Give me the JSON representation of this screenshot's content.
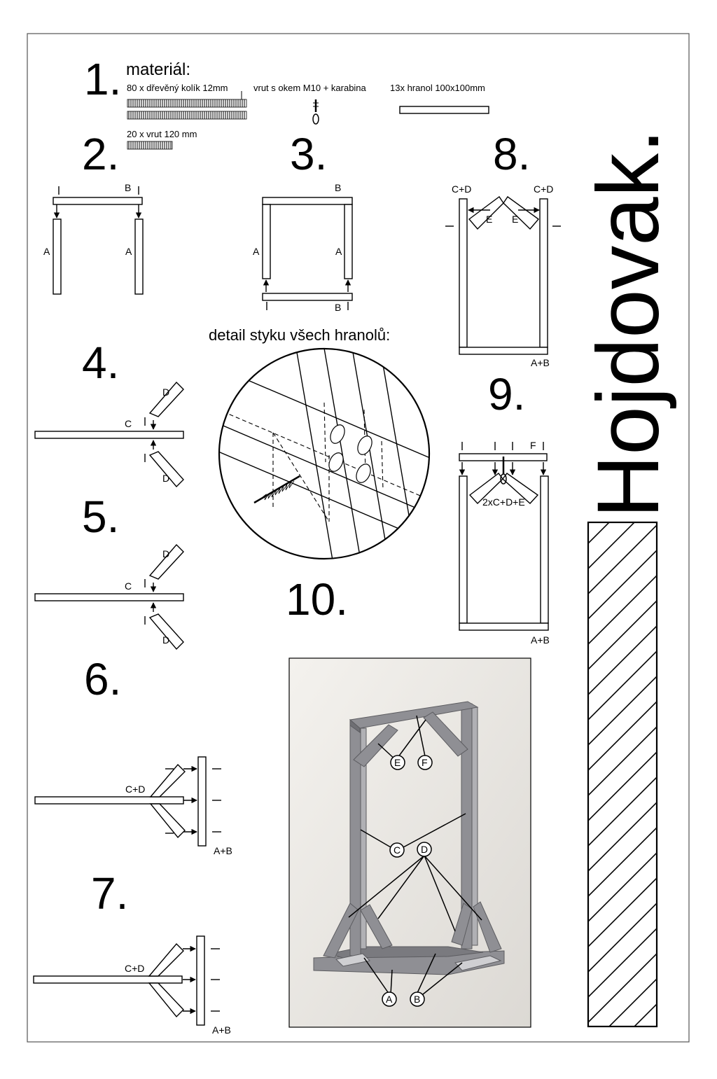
{
  "title": "Hojdovak.",
  "materials": {
    "heading": "materiál:",
    "dowel": "80 x dřevěný kolík 12mm",
    "eyebolt": "vrut s okem M10 + karabina",
    "beam": "13x hranol 100x100mm",
    "screw": "20 x vrut 120 mm"
  },
  "steps": [
    "1.",
    "2.",
    "3.",
    "4.",
    "5.",
    "6.",
    "7.",
    "8.",
    "9.",
    "10."
  ],
  "detail_caption": "detail styku všech hranolů:",
  "labels": {
    "A": "A",
    "B": "B",
    "C": "C",
    "D": "D",
    "E": "E",
    "F": "F",
    "CD": "C+D",
    "AB": "A+B",
    "combo": "2xC+D+E"
  },
  "photo_callouts": [
    "E",
    "F",
    "C",
    "D",
    "A",
    "B"
  ]
}
